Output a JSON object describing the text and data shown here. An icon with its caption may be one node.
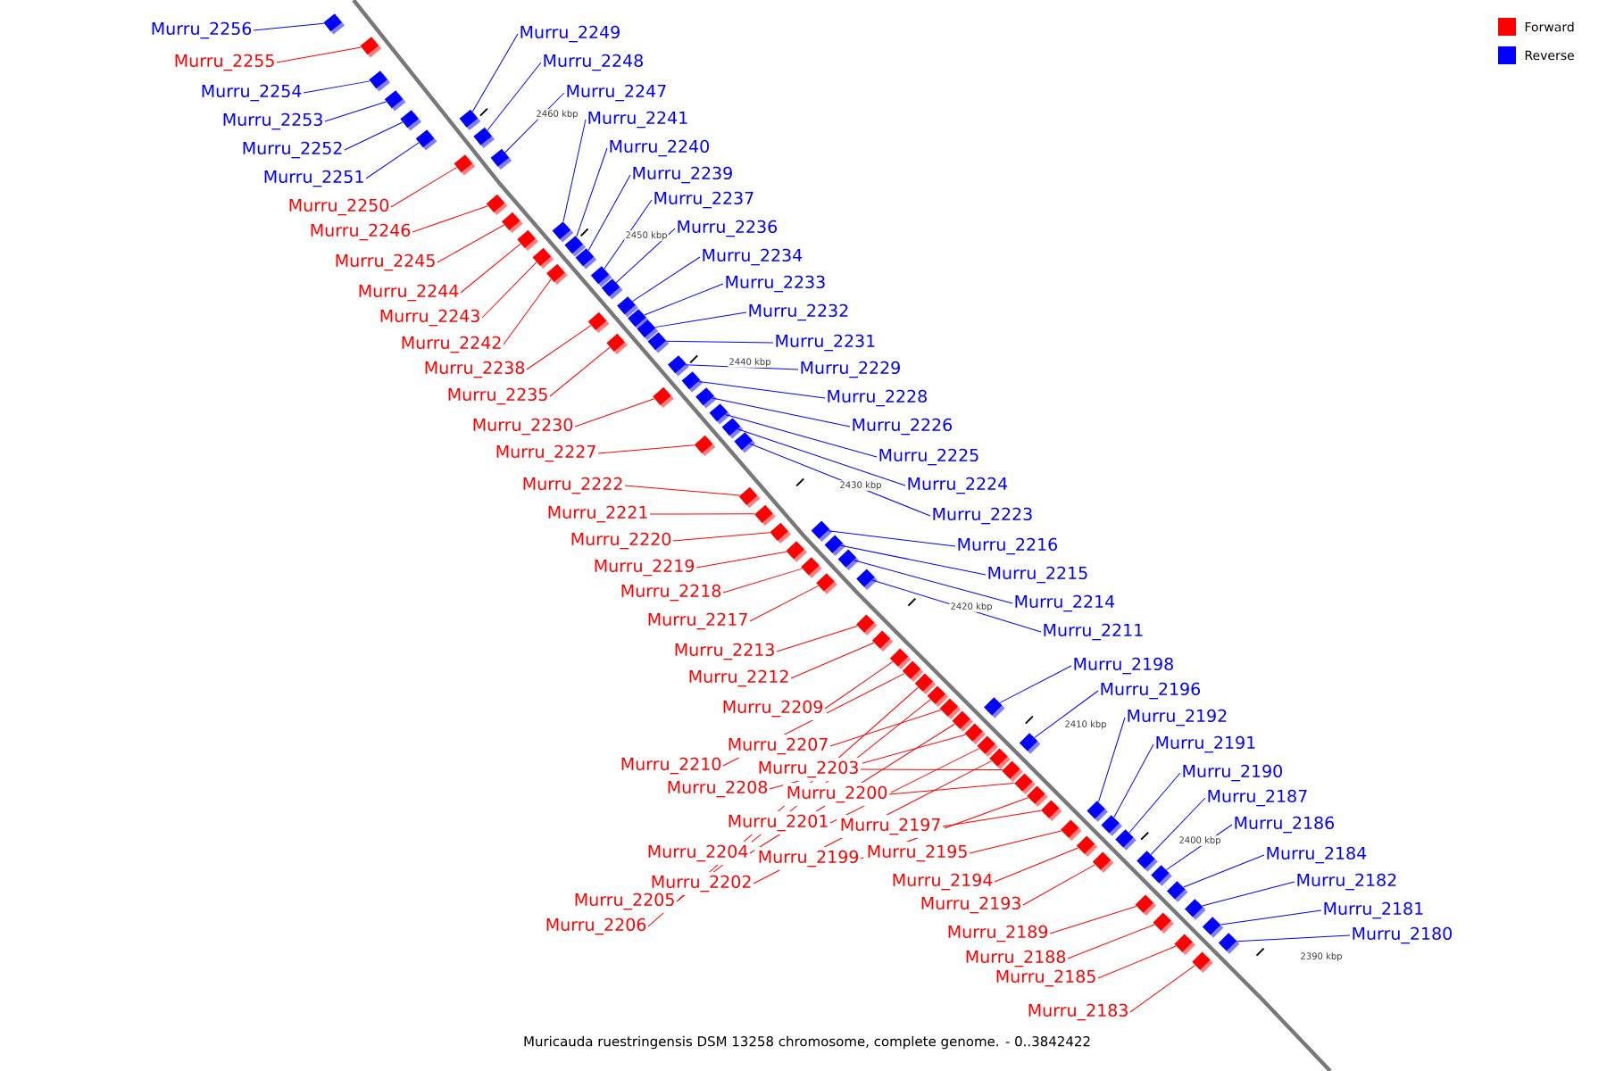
{
  "diagram": {
    "caption": "Muricauda ruestringensis DSM 13258 chromosome, complete genome. - 0..3842422",
    "nodes": [
      {
        "text": [
          "Murru_2256"
        ]
      },
      {
        "text": [
          "Murru_2255"
        ]
      },
      {
        "text": [
          "Murru_2254"
        ]
      },
      {
        "text": [
          "Murru_2253"
        ]
      },
      {
        "text": [
          "Murru_2252"
        ]
      },
      {
        "text": [
          "Murru_2251"
        ]
      },
      {
        "text": [
          "Murru_2250"
        ]
      },
      {
        "text": [
          "Murru_2246"
        ]
      },
      {
        "text": [
          "Murru_2245"
        ]
      },
      {
        "text": [
          "Murru_2244"
        ]
      },
      {
        "text": [
          "Murru_2243"
        ]
      },
      {
        "text": [
          "Murru_2242"
        ]
      },
      {
        "text": [
          "Murru_2238"
        ]
      },
      {
        "text": [
          "Murru_2235"
        ]
      },
      {
        "text": [
          "Murru_2230"
        ]
      },
      {
        "text": [
          "Murru_2227"
        ]
      },
      {
        "text": [
          "Murru_2222"
        ]
      },
      {
        "text": [
          "Murru_2221"
        ]
      },
      {
        "text": [
          "Murru_2220"
        ]
      },
      {
        "text": [
          "Murru_2219"
        ]
      },
      {
        "text": [
          "Murru_2218"
        ]
      },
      {
        "text": [
          "Murru_2217"
        ]
      },
      {
        "text": [
          "Murru_2213"
        ]
      },
      {
        "text": [
          "Murru_2212"
        ]
      },
      {
        "text": [
          "Murru_2209"
        ]
      },
      {
        "text": [
          "Murru_2207"
        ]
      },
      {
        "text": [
          "Murru_2210"
        ]
      },
      {
        "text": [
          "Murru_2203"
        ]
      },
      {
        "text": [
          "Murru_2208"
        ]
      },
      {
        "text": [
          "Murru_2200"
        ]
      },
      {
        "text": [
          "Murru_2201"
        ]
      },
      {
        "text": [
          "Murru_2197"
        ]
      },
      {
        "text": [
          "Murru_2204"
        ]
      },
      {
        "text": [
          "Murru_2195"
        ]
      },
      {
        "text": [
          "Murru_2199"
        ]
      },
      {
        "text": [
          "Murru_2202"
        ]
      },
      {
        "text": [
          "Murru_2194"
        ]
      },
      {
        "text": [
          "Murru_2205"
        ]
      },
      {
        "text": [
          "Murru_2193"
        ]
      },
      {
        "text": [
          "Murru_2206"
        ]
      },
      {
        "text": [
          "Murru_2189"
        ]
      },
      {
        "text": [
          "Murru_2188"
        ]
      },
      {
        "text": [
          "Murru_2185"
        ]
      },
      {
        "text": [
          "Murru_2183"
        ]
      },
      {
        "text": [
          "Murru_2249"
        ]
      },
      {
        "text": [
          "Murru_2248"
        ]
      },
      {
        "text": [
          "Murru_2247"
        ]
      },
      {
        "text": [
          "Murru_2241"
        ]
      },
      {
        "text": [
          "Murru_2240"
        ]
      },
      {
        "text": [
          "Murru_2239"
        ]
      },
      {
        "text": [
          "Murru_2237"
        ]
      },
      {
        "text": [
          "Murru_2236"
        ]
      },
      {
        "text": [
          "Murru_2234"
        ]
      },
      {
        "text": [
          "Murru_2233"
        ]
      },
      {
        "text": [
          "Murru_2232"
        ]
      },
      {
        "text": [
          "Murru_2231"
        ]
      },
      {
        "text": [
          "Murru_2229"
        ]
      },
      {
        "text": [
          "Murru_2228"
        ]
      },
      {
        "text": [
          "Murru_2226"
        ]
      },
      {
        "text": [
          "Murru_2225"
        ]
      },
      {
        "text": [
          "Murru_2224"
        ]
      },
      {
        "text": [
          "Murru_2223"
        ]
      },
      {
        "text": [
          "Murru_2216"
        ]
      },
      {
        "text": [
          "Murru_2215"
        ]
      },
      {
        "text": [
          "Murru_2214"
        ]
      },
      {
        "text": [
          "Murru_2211"
        ]
      },
      {
        "text": [
          "Murru_2198"
        ]
      },
      {
        "text": [
          "Murru_2196"
        ]
      },
      {
        "text": [
          "Murru_2192"
        ]
      },
      {
        "text": [
          "Murru_2191"
        ]
      },
      {
        "text": [
          "Murru_2190"
        ]
      },
      {
        "text": [
          "Murru_2187"
        ]
      },
      {
        "text": [
          "Murru_2186"
        ]
      },
      {
        "text": [
          "Murru_2184"
        ]
      },
      {
        "text": [
          "Murru_2182"
        ]
      },
      {
        "text": [
          "Murru_2181"
        ]
      },
      {
        "text": [
          "Murru_2180"
        ]
      },
      {
        "text": [],
        "shape": "box"
      },
      {
        "text": [],
        "shape": "box"
      },
      {
        "text": [],
        "shape": "box"
      },
      {
        "text": [],
        "shape": "box"
      },
      {
        "text": [],
        "shape": "box"
      },
      {
        "text": [],
        "shape": "box"
      },
      {
        "text": [],
        "shape": "box"
      },
      {
        "text": [],
        "shape": "box"
      },
      {
        "text": [],
        "shape": "box"
      },
      {
        "text": [],
        "shape": "box"
      },
      {
        "text": [],
        "shape": "box"
      },
      {
        "text": [],
        "shape": "box"
      },
      {
        "text": [],
        "shape": "box"
      },
      {
        "text": [],
        "shape": "box"
      },
      {
        "text": [],
        "shape": "box"
      },
      {
        "text": [],
        "shape": "box"
      },
      {
        "text": [],
        "shape": "box"
      },
      {
        "text": [],
        "shape": "box"
      },
      {
        "text": [],
        "shape": "box"
      },
      {
        "text": [],
        "shape": "box"
      },
      {
        "text": [],
        "shape": "box"
      },
      {
        "text": [],
        "shape": "box"
      },
      {
        "text": [],
        "shape": "box"
      },
      {
        "text": [],
        "shape": "box"
      },
      {
        "text": [],
        "shape": "box"
      },
      {
        "text": [],
        "shape": "box"
      },
      {
        "text": [],
        "shape": "box"
      },
      {
        "text": [],
        "shape": "box"
      },
      {
        "text": [],
        "shape": "box"
      },
      {
        "text": [],
        "shape": "box"
      },
      {
        "text": [],
        "shape": "box"
      },
      {
        "text": [],
        "shape": "box"
      },
      {
        "text": [],
        "shape": "box"
      },
      {
        "text": [],
        "shape": "box"
      },
      {
        "text": [],
        "shape": "box"
      },
      {
        "text": [],
        "shape": "box"
      },
      {
        "text": [],
        "shape": "box"
      },
      {
        "text": [],
        "shape": "box"
      },
      {
        "text": [],
        "shape": "box"
      },
      {
        "text": [],
        "shape": "box"
      },
      {
        "text": [],
        "shape": "box"
      },
      {
        "text": [],
        "shape": "box"
      },
      {
        "text": [],
        "shape": "box"
      },
      {
        "text": [],
        "shape": "box"
      },
      {
        "text": [],
        "shape": "box"
      },
      {
        "text": [],
        "shape": "box"
      },
      {
        "text": [],
        "shape": "box"
      },
      {
        "text": [],
        "shape": "box"
      },
      {
        "text": [],
        "shape": "box"
      },
      {
        "text": [],
        "shape": "box"
      },
      {
        "text": [],
        "shape": "box"
      },
      {
        "text": [],
        "shape": "box"
      },
      {
        "text": [],
        "shape": "box"
      },
      {
        "text": [],
        "shape": "box"
      },
      {
        "text": [],
        "shape": "box"
      },
      {
        "text": [],
        "shape": "box"
      },
      {
        "text": [],
        "shape": "box"
      },
      {
        "text": [],
        "shape": "box"
      },
      {
        "text": [],
        "shape": "box"
      },
      {
        "text": [],
        "shape": "box"
      },
      {
        "text": [],
        "shape": "box"
      },
      {
        "text": [],
        "shape": "box"
      },
      {
        "text": [],
        "shape": "box"
      },
      {
        "text": [],
        "shape": "box"
      },
      {
        "text": [],
        "shape": "box"
      },
      {
        "text": [],
        "shape": "box"
      },
      {
        "text": [],
        "shape": "box"
      },
      {
        "text": [],
        "shape": "box"
      },
      {
        "text": [],
        "shape": "box"
      },
      {
        "text": [],
        "shape": "box"
      },
      {
        "text": [],
        "shape": "box"
      },
      {
        "text": [],
        "shape": "box"
      },
      {
        "text": [],
        "shape": "box"
      },
      {
        "text": [],
        "shape": "box"
      },
      {
        "text": [],
        "shape": "box"
      },
      {
        "text": [],
        "shape": "box"
      },
      {
        "text": [],
        "shape": "box"
      }
    ],
    "edges": [
      {
        "from": 0,
        "to": 77,
        "arrow": "none",
        "color": "#0000ff"
      },
      {
        "from": 1,
        "to": 78,
        "arrow": "none",
        "color": "#ff0000"
      },
      {
        "from": 2,
        "to": 79,
        "arrow": "none",
        "color": "#0000ff"
      },
      {
        "from": 3,
        "to": 80,
        "arrow": "none",
        "color": "#0000ff"
      },
      {
        "from": 4,
        "to": 81,
        "arrow": "none",
        "color": "#0000ff"
      },
      {
        "from": 5,
        "to": 82,
        "arrow": "none",
        "color": "#0000ff"
      },
      {
        "from": 6,
        "to": 85,
        "arrow": "none",
        "color": "#ff0000"
      },
      {
        "from": 7,
        "to": 87,
        "arrow": "none",
        "color": "#ff0000"
      },
      {
        "from": 8,
        "to": 88,
        "arrow": "none",
        "color": "#ff0000"
      },
      {
        "from": 9,
        "to": 89,
        "arrow": "none",
        "color": "#ff0000"
      },
      {
        "from": 10,
        "to": 91,
        "arrow": "none",
        "color": "#ff0000"
      },
      {
        "from": 11,
        "to": 93,
        "arrow": "none",
        "color": "#ff0000"
      },
      {
        "from": 12,
        "to": 97,
        "arrow": "none",
        "color": "#ff0000"
      },
      {
        "from": 13,
        "to": 100,
        "arrow": "none",
        "color": "#ff0000"
      },
      {
        "from": 14,
        "to": 104,
        "arrow": "none",
        "color": "#ff0000"
      },
      {
        "from": 15,
        "to": 108,
        "arrow": "none",
        "color": "#ff0000"
      },
      {
        "from": 16,
        "to": 111,
        "arrow": "none",
        "color": "#ff0000"
      },
      {
        "from": 17,
        "to": 112,
        "arrow": "none",
        "color": "#ff0000"
      },
      {
        "from": 18,
        "to": 113,
        "arrow": "none",
        "color": "#ff0000"
      },
      {
        "from": 19,
        "to": 114,
        "arrow": "none",
        "color": "#ff0000"
      },
      {
        "from": 20,
        "to": 116,
        "arrow": "none",
        "color": "#ff0000"
      },
      {
        "from": 21,
        "to": 119,
        "arrow": "none",
        "color": "#ff0000"
      },
      {
        "from": 22,
        "to": 121,
        "arrow": "none",
        "color": "#ff0000"
      },
      {
        "from": 23,
        "to": 122,
        "arrow": "none",
        "color": "#ff0000"
      },
      {
        "from": 24,
        "to": 123,
        "arrow": "none",
        "color": "#ff0000"
      },
      {
        "from": 25,
        "to": 127,
        "arrow": "none",
        "color": "#ff0000"
      },
      {
        "from": 26,
        "to": 124,
        "arrow": "none",
        "color": "#ff0000"
      },
      {
        "from": 27,
        "to": 134,
        "arrow": "none",
        "color": "#ff0000"
      },
      {
        "from": 28,
        "to": 130,
        "arrow": "none",
        "color": "#ff0000"
      },
      {
        "from": 29,
        "to": 135,
        "arrow": "none",
        "color": "#ff0000"
      },
      {
        "from": 30,
        "to": 131,
        "arrow": "none",
        "color": "#ff0000"
      },
      {
        "from": 31,
        "to": 137,
        "arrow": "none",
        "color": "#ff0000"
      },
      {
        "from": 32,
        "to": 128,
        "arrow": "none",
        "color": "#ff0000"
      },
      {
        "from": 33,
        "to": 138,
        "arrow": "none",
        "color": "#ff0000"
      },
      {
        "from": 34,
        "to": 136,
        "arrow": "none",
        "color": "#ff0000"
      },
      {
        "from": 35,
        "to": 132,
        "arrow": "none",
        "color": "#ff0000"
      },
      {
        "from": 36,
        "to": 140,
        "arrow": "none",
        "color": "#ff0000"
      },
      {
        "from": 37,
        "to": 126,
        "arrow": "none",
        "color": "#ff0000"
      },
      {
        "from": 38,
        "to": 142,
        "arrow": "none",
        "color": "#ff0000"
      },
      {
        "from": 39,
        "to": 125,
        "arrow": "none",
        "color": "#ff0000"
      },
      {
        "from": 40,
        "to": 146,
        "arrow": "none",
        "color": "#ff0000"
      },
      {
        "from": 41,
        "to": 148,
        "arrow": "none",
        "color": "#ff0000"
      },
      {
        "from": 42,
        "to": 150,
        "arrow": "none",
        "color": "#ff0000"
      },
      {
        "from": 43,
        "to": 152,
        "arrow": "none",
        "color": "#ff0000"
      },
      {
        "from": 44,
        "to": 83,
        "arrow": "none",
        "color": "#0000ff"
      },
      {
        "from": 45,
        "to": 84,
        "arrow": "none",
        "color": "#0000ff"
      },
      {
        "from": 46,
        "to": 86,
        "arrow": "none",
        "color": "#0000ff"
      },
      {
        "from": 47,
        "to": 90,
        "arrow": "none",
        "color": "#0000ff"
      },
      {
        "from": 48,
        "to": 92,
        "arrow": "none",
        "color": "#0000ff"
      },
      {
        "from": 49,
        "to": 94,
        "arrow": "none",
        "color": "#0000ff"
      },
      {
        "from": 50,
        "to": 95,
        "arrow": "none",
        "color": "#0000ff"
      },
      {
        "from": 51,
        "to": 96,
        "arrow": "none",
        "color": "#0000ff"
      },
      {
        "from": 52,
        "to": 98,
        "arrow": "none",
        "color": "#0000ff"
      },
      {
        "from": 53,
        "to": 99,
        "arrow": "none",
        "color": "#0000ff"
      },
      {
        "from": 54,
        "to": 101,
        "arrow": "none",
        "color": "#0000ff"
      },
      {
        "from": 55,
        "to": 102,
        "arrow": "none",
        "color": "#0000ff"
      },
      {
        "from": 56,
        "to": 103,
        "arrow": "none",
        "color": "#0000ff"
      },
      {
        "from": 57,
        "to": 105,
        "arrow": "none",
        "color": "#0000ff"
      },
      {
        "from": 58,
        "to": 106,
        "arrow": "none",
        "color": "#0000ff"
      },
      {
        "from": 59,
        "to": 107,
        "arrow": "none",
        "color": "#0000ff"
      },
      {
        "from": 60,
        "to": 109,
        "arrow": "none",
        "color": "#0000ff"
      },
      {
        "from": 61,
        "to": 110,
        "arrow": "none",
        "color": "#0000ff"
      },
      {
        "from": 62,
        "to": 115,
        "arrow": "none",
        "color": "#0000ff"
      },
      {
        "from": 63,
        "to": 117,
        "arrow": "none",
        "color": "#0000ff"
      },
      {
        "from": 64,
        "to": 118,
        "arrow": "none",
        "color": "#0000ff"
      },
      {
        "from": 65,
        "to": 120,
        "arrow": "none",
        "color": "#0000ff"
      },
      {
        "from": 66,
        "to": 129,
        "arrow": "none",
        "color": "#0000ff"
      },
      {
        "from": 67,
        "to": 133,
        "arrow": "none",
        "color": "#0000ff"
      },
      {
        "from": 68,
        "to": 139,
        "arrow": "none",
        "color": "#0000ff"
      },
      {
        "from": 69,
        "to": 141,
        "arrow": "none",
        "color": "#0000ff"
      },
      {
        "from": 70,
        "to": 143,
        "arrow": "none",
        "color": "#0000ff"
      },
      {
        "from": 71,
        "to": 144,
        "arrow": "none",
        "color": "#0000ff"
      },
      {
        "from": 72,
        "to": 145,
        "arrow": "none",
        "color": "#0000ff"
      },
      {
        "from": 73,
        "to": 147,
        "arrow": "none",
        "color": "#0000ff"
      },
      {
        "from": 74,
        "to": 149,
        "arrow": "none",
        "color": "#0000ff"
      },
      {
        "from": 75,
        "to": 151,
        "arrow": "none",
        "color": "#0000ff"
      },
      {
        "from": 76,
        "to": 153,
        "arrow": "none",
        "color": "#0000ff"
      }
    ],
    "labels": [
      "2460 kbp",
      "2450 kbp",
      "2440 kbp",
      "2430 kbp",
      "2420 kbp",
      "2410 kbp",
      "2400 kbp",
      "2390 kbp"
    ],
    "legend": [
      {
        "text": "Forward",
        "color": "#ff0000"
      },
      {
        "text": "Reverse",
        "color": "#0000ff"
      }
    ]
  }
}
